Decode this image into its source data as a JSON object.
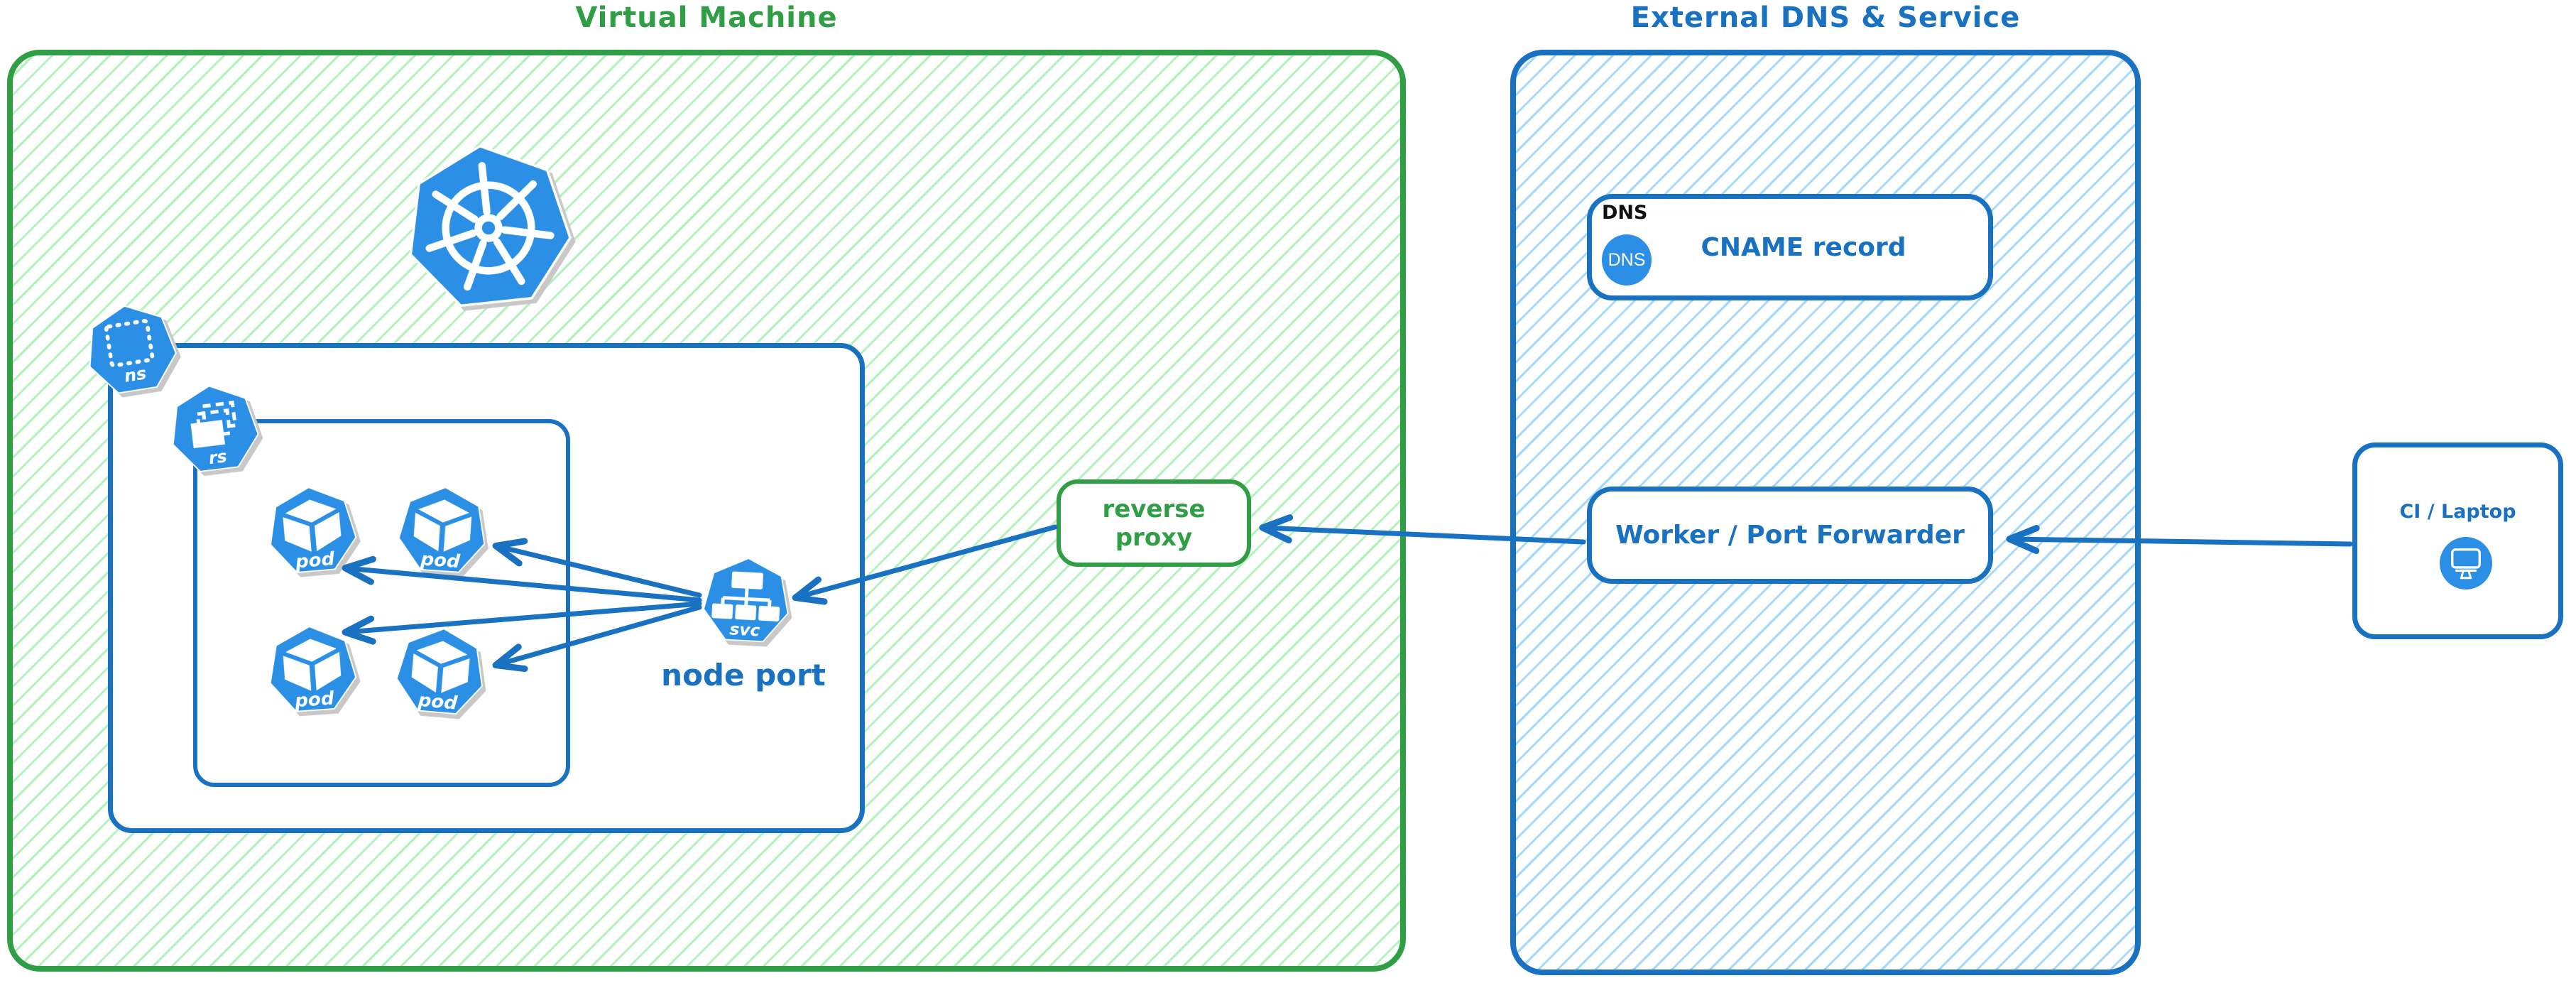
{
  "titles": {
    "virtual_machine": "Virtual Machine",
    "external_dns": "External DNS & Service"
  },
  "vm": {
    "reverse_proxy_label": "reverse proxy",
    "node_port_label": "node port",
    "namespace_icon_label": "ns",
    "replicaset_icon_label": "rs",
    "service_icon_label": "svc",
    "pods": [
      "pod",
      "pod",
      "pod",
      "pod"
    ]
  },
  "external": {
    "dns_corner_label": "DNS",
    "dns_badge_text": "DNS",
    "cname_label": "CNAME record",
    "worker_label": "Worker / Port Forwarder"
  },
  "client": {
    "label": "CI / Laptop"
  },
  "colors": {
    "green_stroke": "#2f9e44",
    "green_hatch": "#b2f2bb",
    "blue_stroke": "#1971c2",
    "blue_hatch": "#a5d8ff",
    "icon_blue": "#2b90e5",
    "label_black": "#111111"
  }
}
